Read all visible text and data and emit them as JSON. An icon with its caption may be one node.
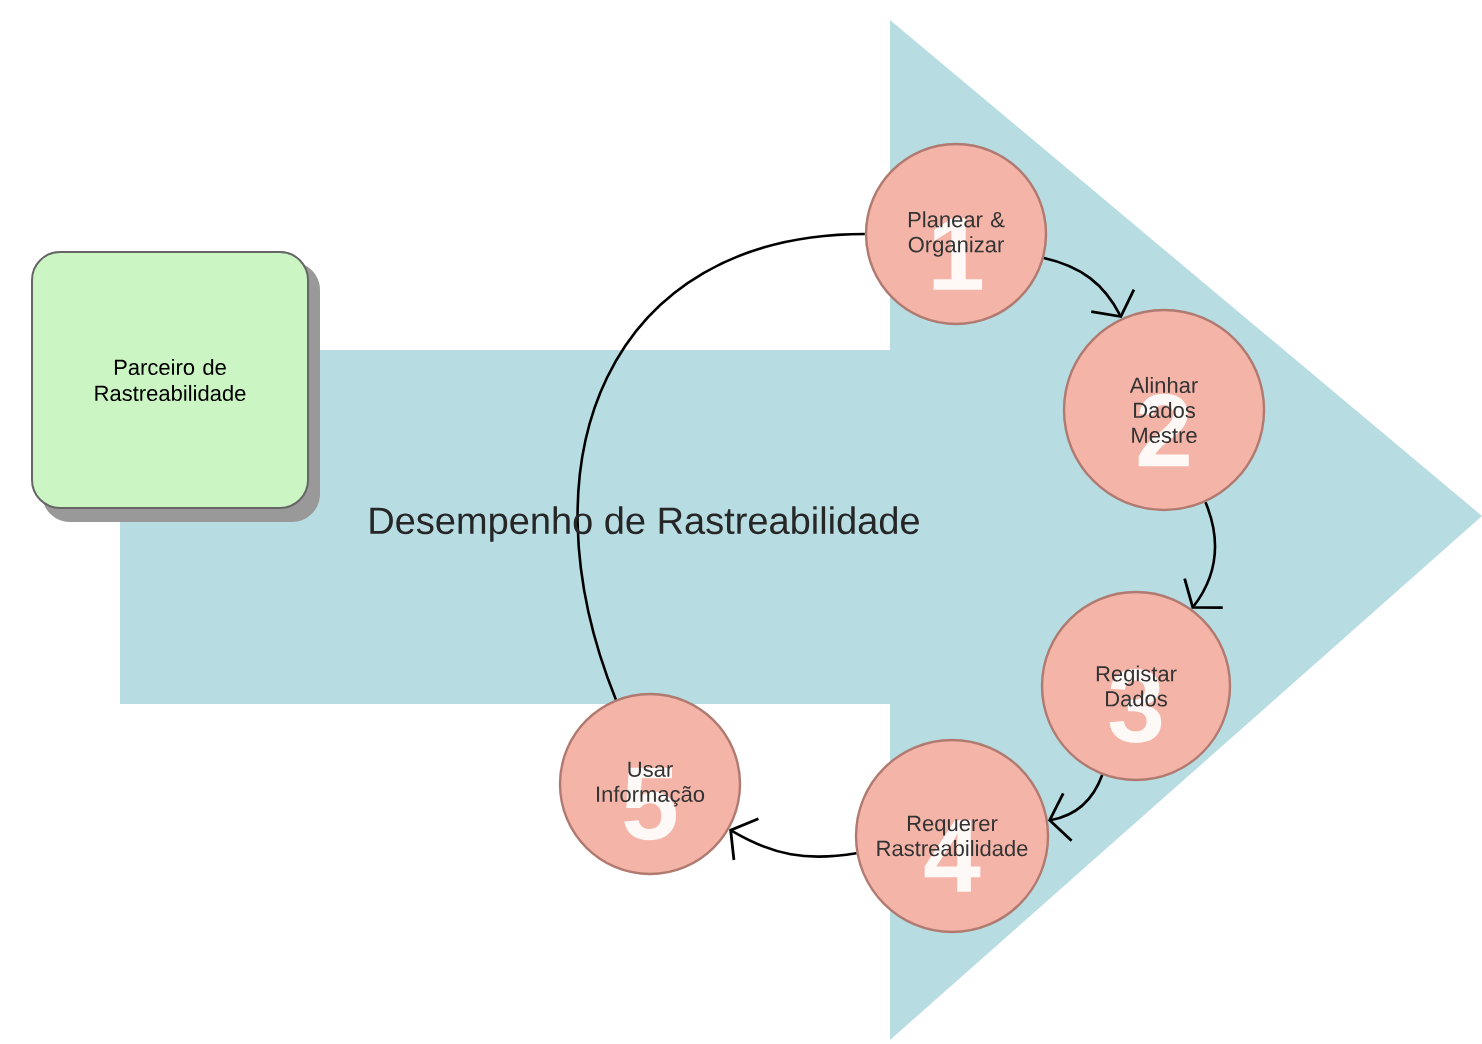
{
  "diagram": {
    "nodes": [
      {
        "text": [
          "Parceiro de Rastreabilidade"
        ]
      },
      {
        "text": [
          "Planear & Organizar",
          "1"
        ]
      },
      {
        "text": [
          "Alinhar Dados Mestre",
          "2"
        ]
      },
      {
        "text": [
          "Registar Dados",
          "3"
        ]
      },
      {
        "text": [
          "Requerer Rastreabilidade",
          "4"
        ]
      },
      {
        "text": [
          "Usar Informação",
          "5"
        ]
      }
    ],
    "edges": [
      {
        "from": 1,
        "to": 2,
        "arrow": "to"
      },
      {
        "from": 2,
        "to": 3,
        "arrow": "to"
      },
      {
        "from": 3,
        "to": 4,
        "arrow": "to"
      },
      {
        "from": 4,
        "to": 5,
        "arrow": "to"
      },
      {
        "from": 5,
        "to": 1,
        "arrow": "none"
      }
    ],
    "labels": [
      "Desempenho de Rastreabilidade"
    ]
  }
}
